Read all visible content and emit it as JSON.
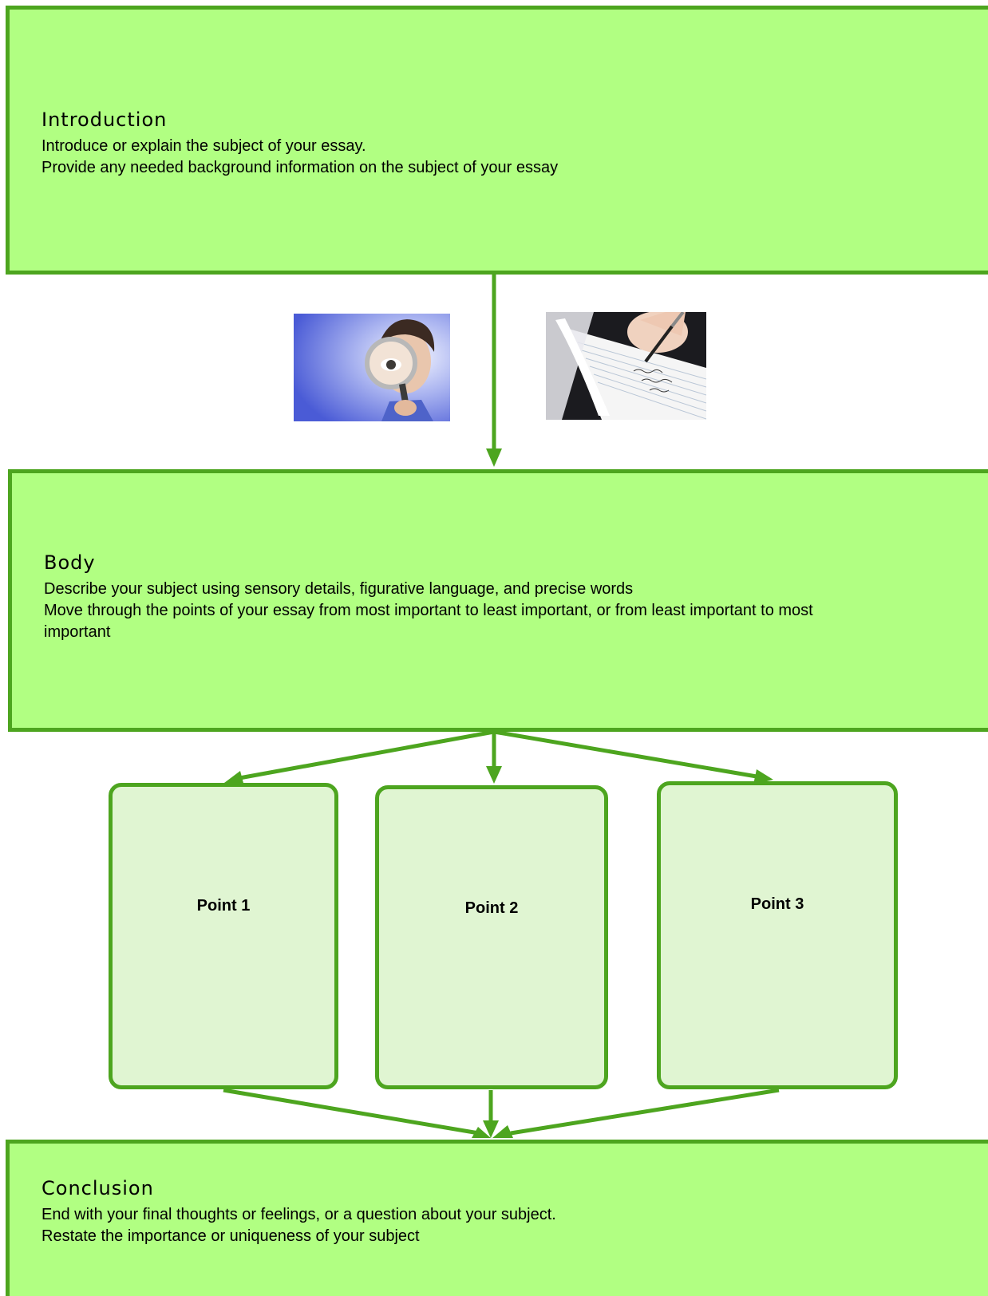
{
  "introduction": {
    "title": "Introduction",
    "lines": [
      "Introduce or explain the subject of your essay.",
      "Provide any needed background information on the subject of your essay"
    ]
  },
  "body": {
    "title": "Body",
    "lines": [
      "Describe your subject using sensory details, figurative language, and precise words",
      "Move through the points of your essay from most important to least important, or from least important to most important"
    ]
  },
  "points": [
    "Point 1",
    "Point 2",
    "Point 3"
  ],
  "conclusion": {
    "title": "Conclusion",
    "lines": [
      "End with your final thoughts or feelings, or a question about your subject.",
      "Restate the importance or uniqueness of your subject"
    ]
  },
  "images": [
    {
      "icon": "magnifying-glass-person-photo"
    },
    {
      "icon": "hand-writing-notepad-photo"
    }
  ],
  "colors": {
    "box_fill": "#b1ff82",
    "box_border": "#4da51f",
    "point_fill": "#e0f5d2",
    "arrow": "#4da51f"
  }
}
